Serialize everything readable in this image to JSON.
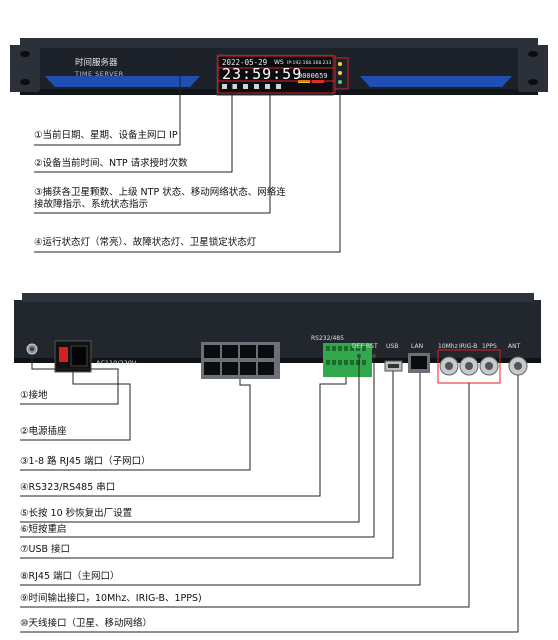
{
  "front": {
    "brand_cn": "时间服务器",
    "brand_en": "TIME SERVER",
    "date_line": "2022-05-29",
    "week": "WS",
    "ip_line": "IP:192.168.168.233",
    "time": "23:59:59",
    "ntp_count": "0000659",
    "callouts": [
      "①当前日期、星期、设备主网口 IP",
      "②设备当前时间、NTP 请求授时次数",
      "③捕获各卫星颗数、上级 NTP 状态、移动网络状态、网络连接故障指示、系统状态指示",
      "④运行状态灯（常亮）、故障状态灯、卫星锁定状态灯"
    ]
  },
  "rear": {
    "power_label": "AC110/220V",
    "serial_label": "RS232/485",
    "def_label": "DEF",
    "rst_label": "RST",
    "usb_label": "USB",
    "lan_label": "LAN",
    "tenmhz_label": "10Mhz",
    "irigb_label": "IRIG-B",
    "pps_label": "1PPS",
    "ant_label": "ANT",
    "callouts": [
      "①接地",
      "②电源插座",
      "③1-8 路 RJ45 端口（子网口）",
      "④RS323/RS485 串口",
      "⑤长按 10 秒恢复出厂设置",
      "⑥短按重启",
      "⑦USB 接口",
      "⑧RJ45 端口（主网口）",
      "⑨时间输出接口，10Mhz、IRIG-B、1PPS)",
      "⑩天线接口（卫星、移动网络）"
    ]
  }
}
